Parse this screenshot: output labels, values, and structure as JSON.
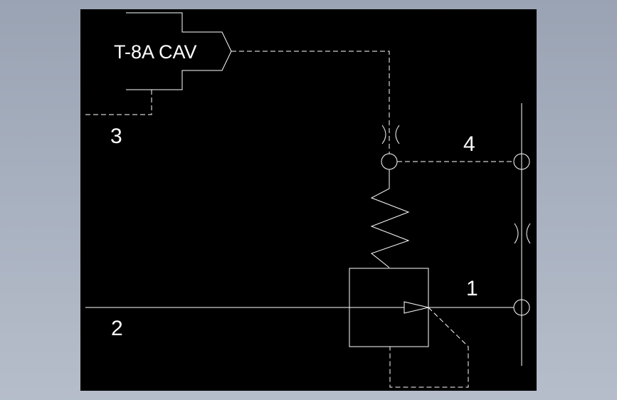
{
  "diagram": {
    "cavity_label": "T-8A CAV",
    "ports": {
      "p1": "1",
      "p2": "2",
      "p3": "3",
      "p4": "4"
    },
    "colors": {
      "canvas": "#000000",
      "ink": "#ffffff",
      "frame": "#a8b1c0"
    }
  }
}
